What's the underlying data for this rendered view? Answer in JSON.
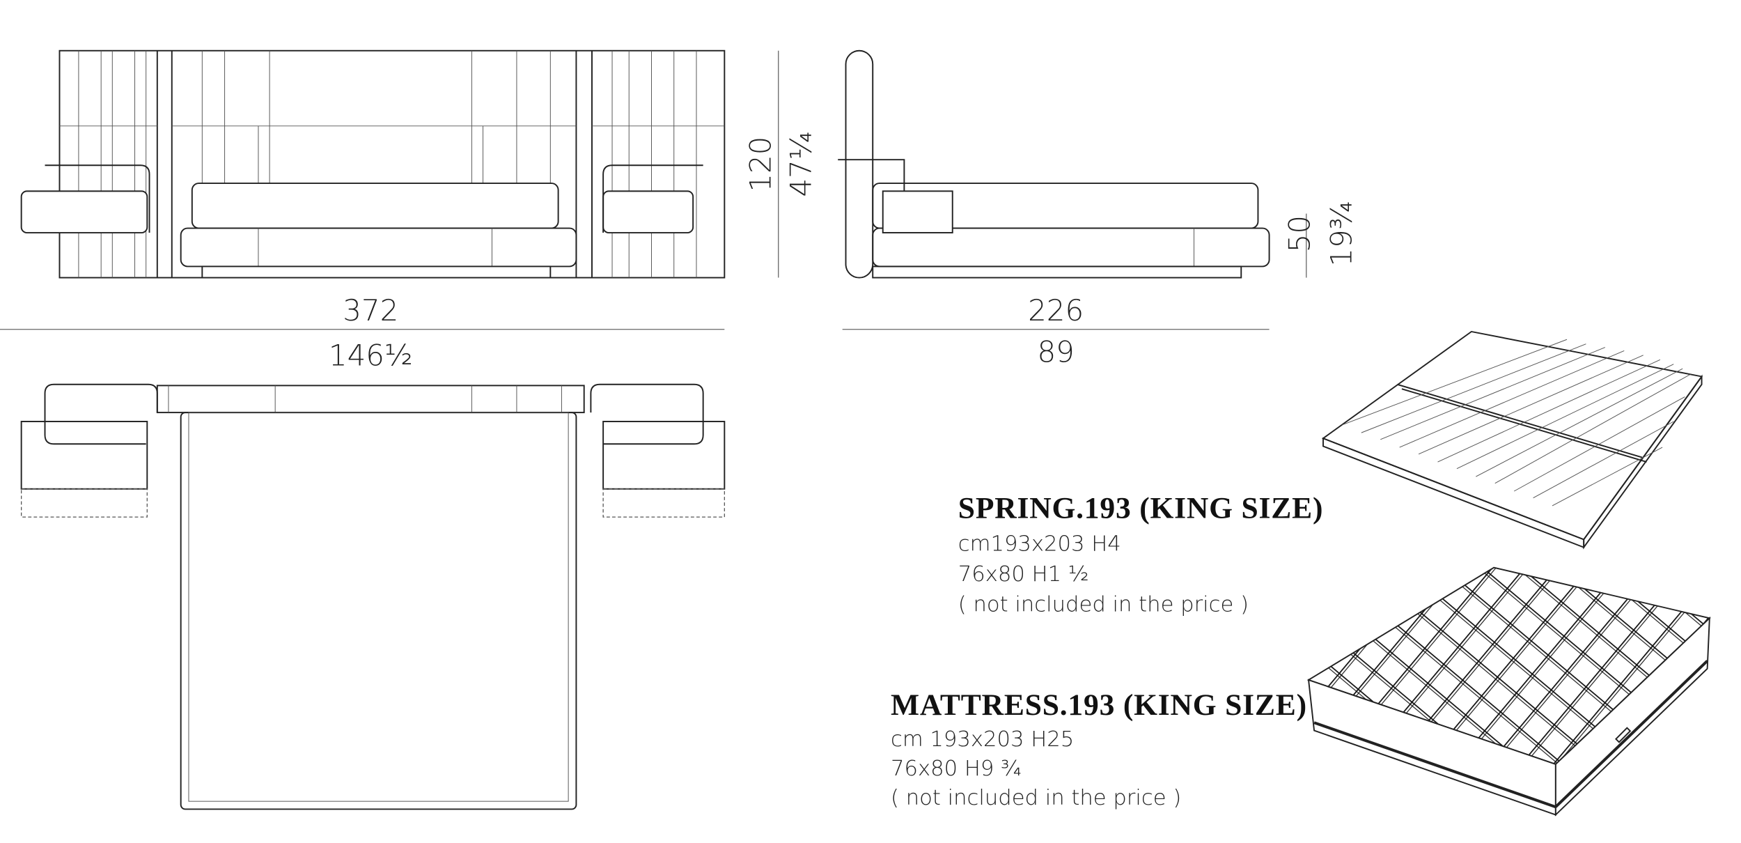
{
  "front_view": {
    "width_cm": "372",
    "width_in": "146½",
    "height_cm": "120",
    "height_in": "47¼"
  },
  "side_view": {
    "length_cm": "226",
    "length_in": "89",
    "height_cm": "50",
    "height_in": "19¾"
  },
  "spring": {
    "title": "SPRING.193 (KING SIZE)",
    "size_cm": "cm193x203 H4",
    "size_in": "76x80 H1 ½",
    "note": "( not included in the price )"
  },
  "mattress": {
    "title": "MATTRESS.193 (KING SIZE)",
    "size_cm": "cm 193x203 H25",
    "size_in": "76x80 H9 ¾",
    "note": "( not included in the price )"
  }
}
